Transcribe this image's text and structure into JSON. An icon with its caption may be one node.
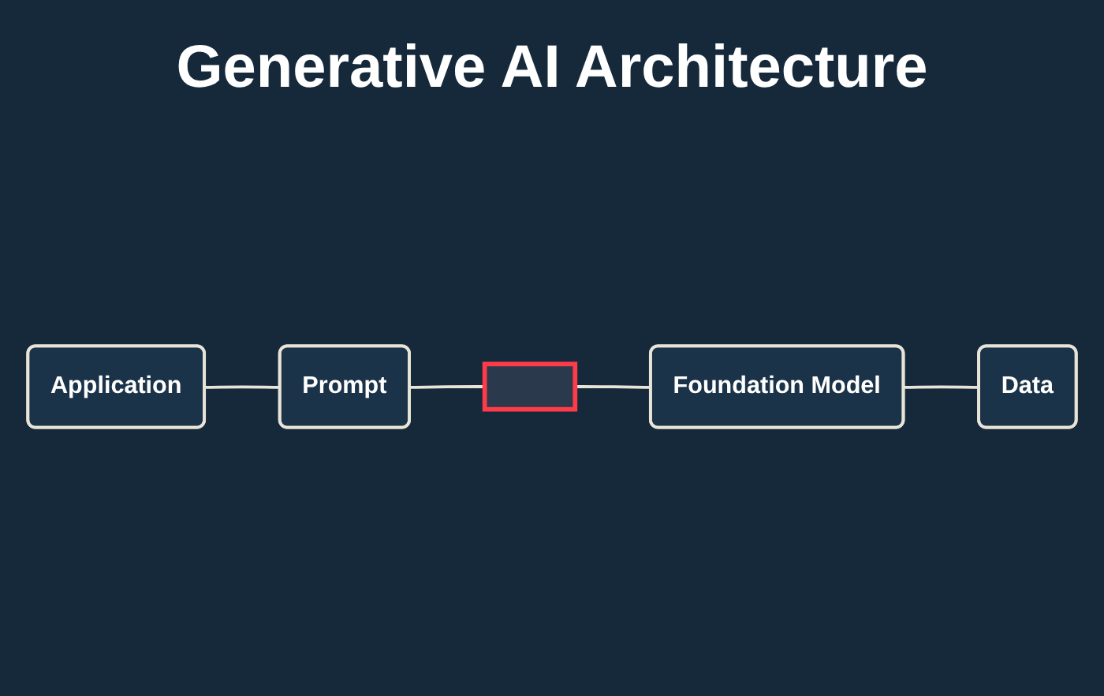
{
  "diagram": {
    "title": "Generative AI Architecture",
    "nodes": [
      {
        "text": [
          "Application"
        ]
      },
      {
        "text": [
          "Prompt"
        ]
      },
      {
        "text": [],
        "shape": "box"
      },
      {
        "text": [
          "Foundation Model"
        ]
      },
      {
        "text": [
          "Data"
        ]
      }
    ],
    "edges": [
      {
        "from": 0,
        "to": 1,
        "arrow": "none"
      },
      {
        "from": 1,
        "to": 2,
        "arrow": "none"
      },
      {
        "from": 2,
        "to": 3,
        "arrow": "none"
      },
      {
        "from": 3,
        "to": 4,
        "arrow": "none"
      }
    ]
  }
}
